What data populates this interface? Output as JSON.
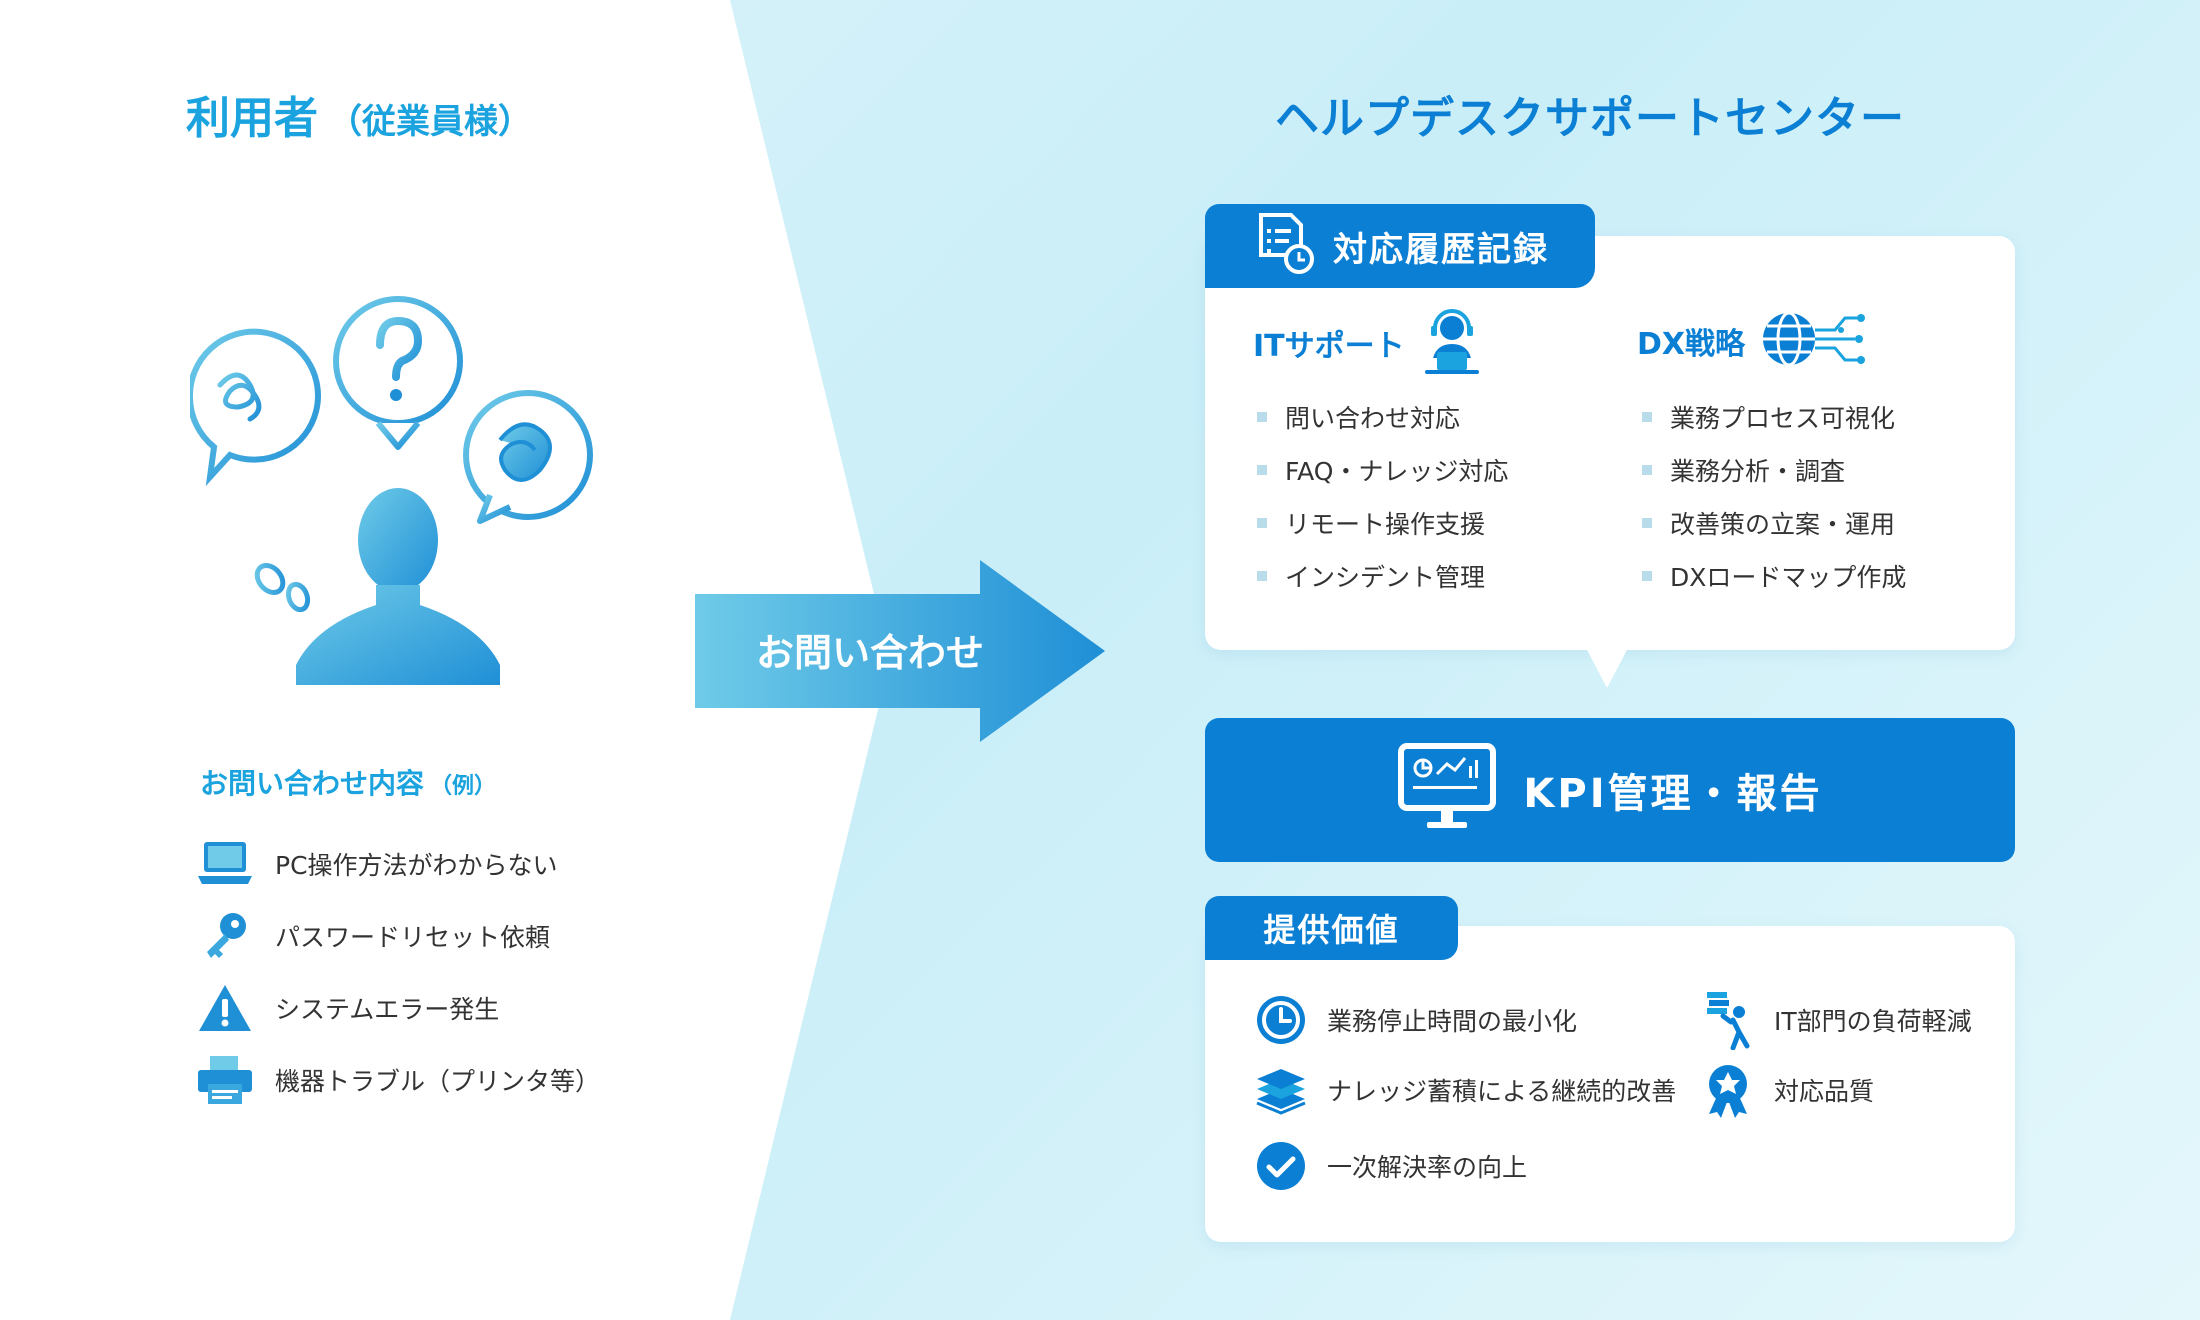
{
  "left": {
    "title": "利用者",
    "subtitle": "（従業員様）",
    "examples_title": "お問い合わせ内容",
    "examples_subtitle": "（例）",
    "examples": [
      {
        "icon": "laptop-icon",
        "label": "PC操作方法がわからない"
      },
      {
        "icon": "key-icon",
        "label": "パスワードリセット依頼"
      },
      {
        "icon": "warning-icon",
        "label": "システムエラー発生"
      },
      {
        "icon": "printer-icon",
        "label": "機器トラブル（プリンタ等）"
      }
    ]
  },
  "arrow": {
    "label": "お問い合わせ"
  },
  "right": {
    "title": "ヘルプデスクサポートセンター",
    "record_tab": "対応履歴記録",
    "it_support": {
      "title": "ITサポート",
      "items": [
        "問い合わせ対応",
        "FAQ・ナレッジ対応",
        "リモート操作支援",
        "インシデント管理"
      ]
    },
    "dx_strategy": {
      "title": "DX戦略",
      "items": [
        "業務プロセス可視化",
        "業務分析・調査",
        "改善策の立案・運用",
        "DXロードマップ作成"
      ]
    },
    "kpi": "KPI管理・報告",
    "value_tab": "提供価値",
    "values": [
      {
        "icon": "clock-icon",
        "label": "業務停止時間の最小化"
      },
      {
        "icon": "lightened-load-icon",
        "label": "IT部門の負荷軽減"
      },
      {
        "icon": "stacked-books-icon",
        "label": "ナレッジ蓄積による継続的改善"
      },
      {
        "icon": "award-star-icon",
        "label": "対応品質"
      },
      {
        "icon": "check-circle-icon",
        "label": "一次解決率の向上"
      }
    ]
  },
  "colors": {
    "primary": "#0b7fd4",
    "accent": "#1aa3de",
    "gradient_start": "#6fcbe8",
    "gradient_end": "#1f8fd6",
    "bullet": "#b9dcea"
  }
}
